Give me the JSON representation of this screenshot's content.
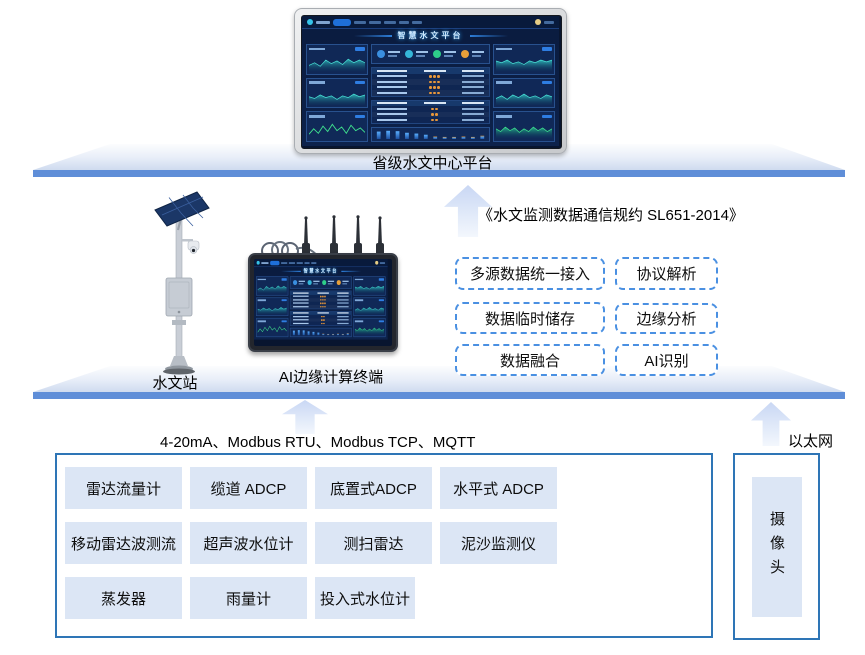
{
  "top": {
    "screen_title": "智慧水文平台",
    "platform_label": "省级水文中心平台"
  },
  "edge_layer": {
    "station_label": "水文站",
    "terminal_label": "AI边缘计算终端",
    "protocol_label": "《水文监测数据通信规约 SL651-2014》",
    "capabilities": [
      "多源数据统一接入",
      "协议解析",
      "数据临时储存",
      "边缘分析",
      "数据融合",
      "AI识别"
    ]
  },
  "sensor_layer": {
    "bus_label": "4-20mA、Modbus RTU、Modbus TCP、MQTT",
    "ethernet_label": "以太网",
    "camera_label": "摄像头",
    "sensors": [
      "雷达流量计",
      "缆道 ADCP",
      "底置式ADCP",
      "水平式 ADCP",
      "移动雷达波测流",
      "超声波水位计",
      "测扫雷达",
      "泥沙监测仪",
      "蒸发器",
      "雨量计",
      "投入式水位计"
    ]
  },
  "colors": {
    "platform_bar": "#5f8ed8",
    "solid_box_border": "#2e75b6",
    "dashed_box_border": "#4a90e2",
    "sensor_chip_fill": "#dce6f5"
  }
}
